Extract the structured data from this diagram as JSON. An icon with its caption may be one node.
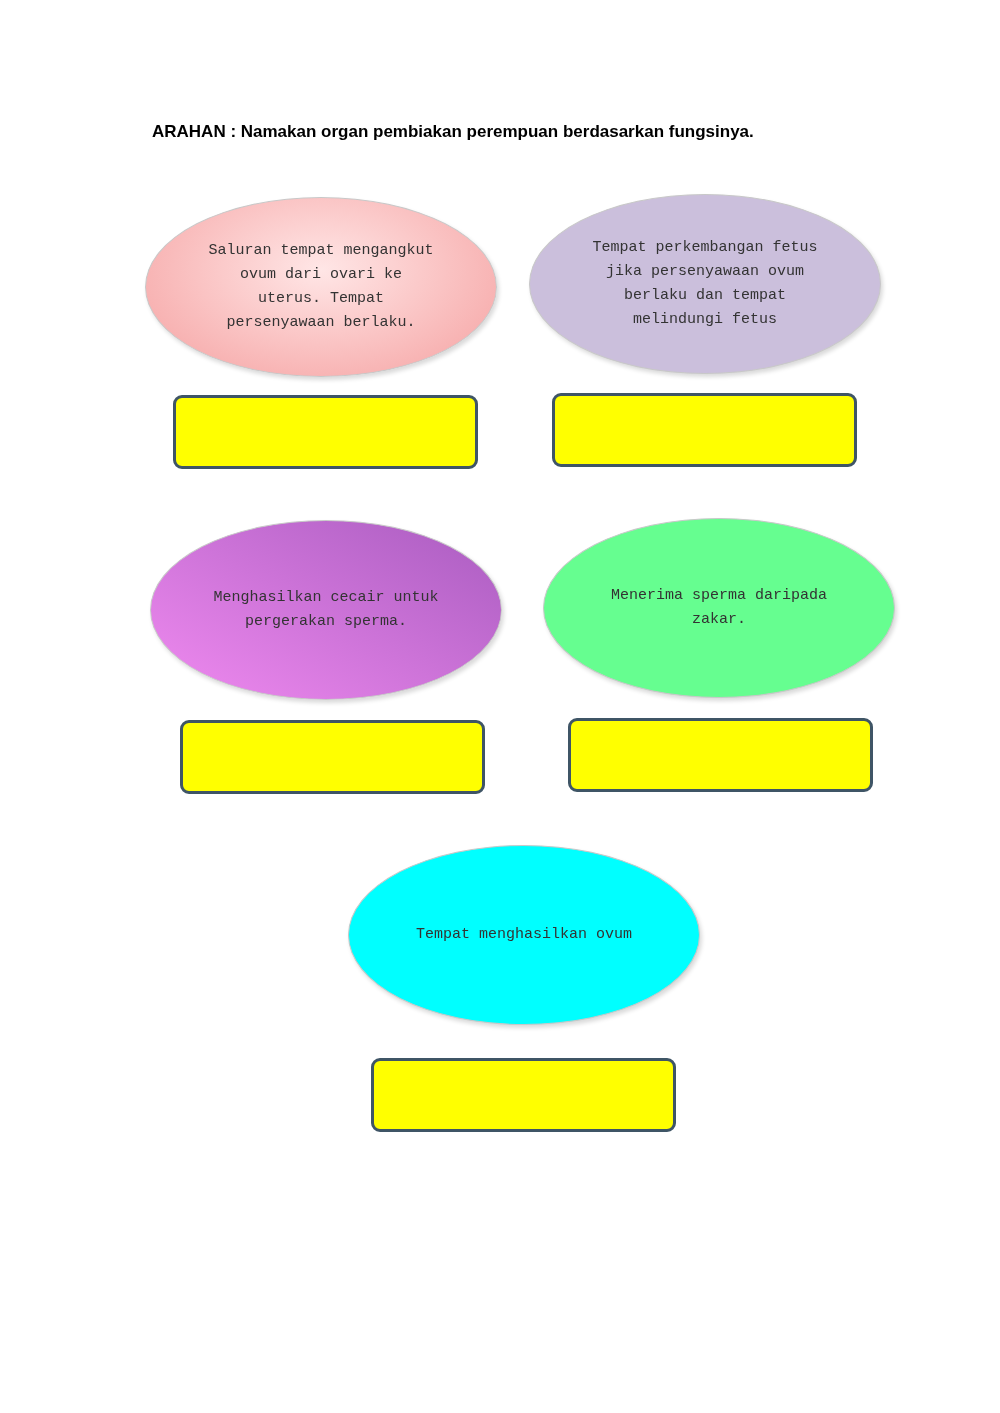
{
  "diagram": {
    "title": "ARAHAN : Namakan organ pembiakan perempuan berdasarkan fungsinya.",
    "nodes": [
      {
        "text": [
          "Saluran tempat mengangkut ovum dari ovari ke uterus. Tempat persenyawaan berlaku."
        ]
      },
      {
        "text": [
          "Tempat perkembangan fetus jika persenyawaan ovum berlaku dan tempat melindungi fetus"
        ]
      },
      {
        "text": [],
        "shape": "box"
      },
      {
        "text": [],
        "shape": "box"
      },
      {
        "text": [
          "Menghasilkan cecair untuk pergerakan sperma."
        ]
      },
      {
        "text": [
          "Menerima sperma daripada zakar."
        ]
      },
      {
        "text": [],
        "shape": "box"
      },
      {
        "text": [],
        "shape": "box"
      },
      {
        "text": [
          "Tempat menghasilkan ovum"
        ]
      },
      {
        "text": [],
        "shape": "box"
      }
    ]
  }
}
